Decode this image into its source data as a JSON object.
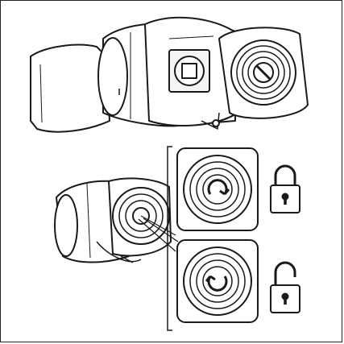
{
  "figure": {
    "panels": [
      {
        "name": "top-panel",
        "subject": "device-disassembled"
      },
      {
        "name": "bottom-panel",
        "subject": "device-assembled-with-detail"
      }
    ],
    "details": [
      {
        "name": "detail-locked",
        "icon": "padlock-closed-icon",
        "arrow": "clockwise"
      },
      {
        "name": "detail-unlocked",
        "icon": "padlock-open-icon",
        "arrow": "counterclockwise"
      }
    ],
    "colors": {
      "line": "#1a1a1a",
      "background": "#ffffff",
      "shade": "#e8e8e8"
    }
  }
}
